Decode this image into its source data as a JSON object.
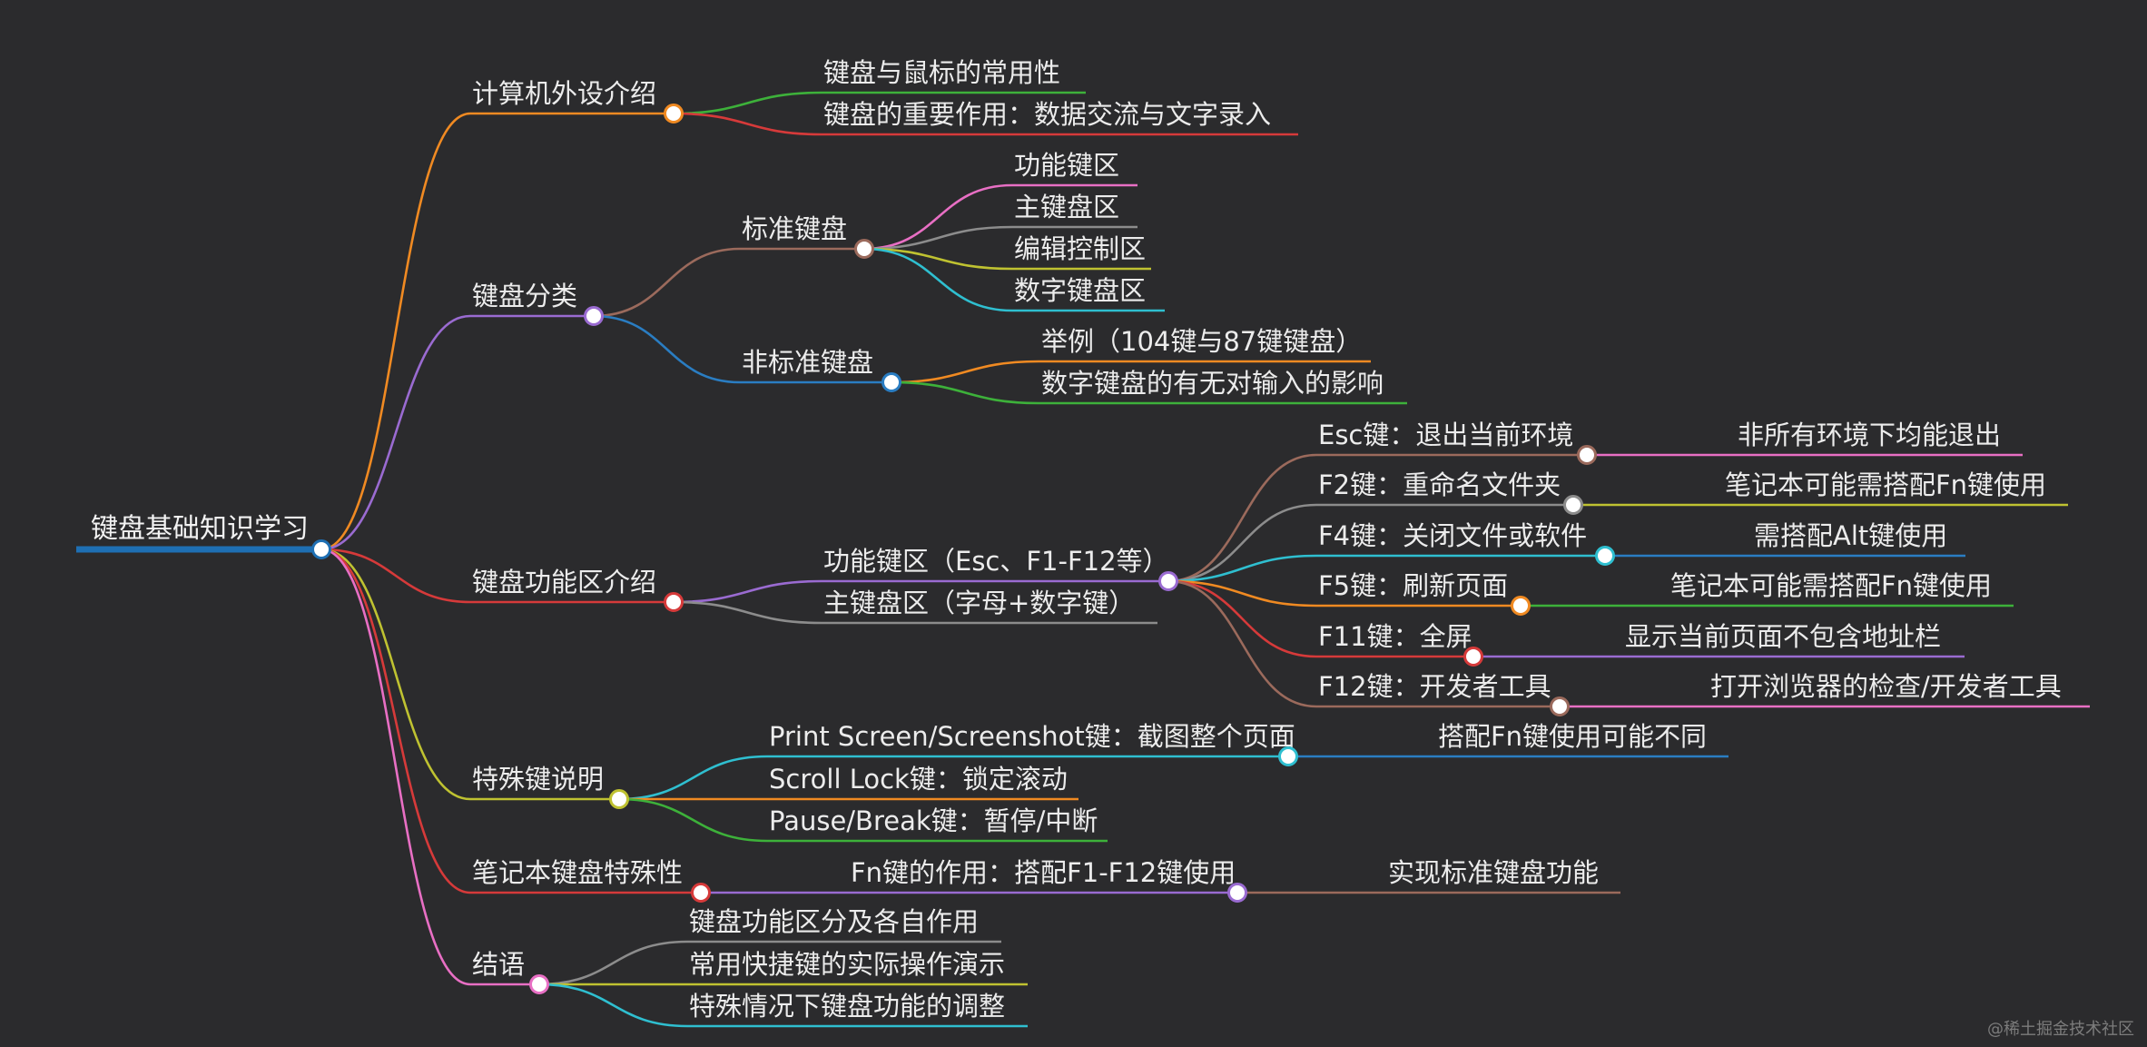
{
  "root": {
    "label": "键盘基础知识学习",
    "color": "#1e6fb3"
  },
  "branches": [
    {
      "label": "计算机外设介绍",
      "color": "#f08a22",
      "children": [
        {
          "label": "键盘与鼠标的常用性",
          "color": "#3db13a"
        },
        {
          "label": "键盘的重要作用：数据交流与文字录入",
          "color": "#d63a3a"
        }
      ]
    },
    {
      "label": "键盘分类",
      "color": "#9a6bd1",
      "children": [
        {
          "label": "标准键盘",
          "color": "#9b6a5c",
          "children": [
            {
              "label": "功能键区",
              "color": "#e86fc4"
            },
            {
              "label": "主键盘区",
              "color": "#8c8c8c"
            },
            {
              "label": "编辑控制区",
              "color": "#bfc231"
            },
            {
              "label": "数字键盘区",
              "color": "#2fbfd0"
            }
          ]
        },
        {
          "label": "非标准键盘",
          "color": "#2a7dc2",
          "children": [
            {
              "label": "举例（104键与87键键盘）",
              "color": "#f08a22"
            },
            {
              "label": "数字键盘的有无对输入的影响",
              "color": "#3db13a"
            }
          ]
        }
      ]
    },
    {
      "label": "键盘功能区介绍",
      "color": "#d63a3a",
      "children": [
        {
          "label": "功能键区（Esc、F1-F12等）",
          "color": "#9a6bd1",
          "children": [
            {
              "label": "Esc键：退出当前环境",
              "color": "#9b6a5c",
              "children": [
                {
                  "label": "非所有环境下均能退出",
                  "color": "#e86fc4"
                }
              ]
            },
            {
              "label": "F2键：重命名文件夹",
              "color": "#8c8c8c",
              "children": [
                {
                  "label": "笔记本可能需搭配Fn键使用",
                  "color": "#bfc231"
                }
              ]
            },
            {
              "label": "F4键：关闭文件或软件",
              "color": "#2fbfd0",
              "children": [
                {
                  "label": "需搭配Alt键使用",
                  "color": "#2a7dc2"
                }
              ]
            },
            {
              "label": "F5键：刷新页面",
              "color": "#f08a22",
              "children": [
                {
                  "label": "笔记本可能需搭配Fn键使用",
                  "color": "#3db13a"
                }
              ]
            },
            {
              "label": "F11键：全屏",
              "color": "#d63a3a",
              "children": [
                {
                  "label": "显示当前页面不包含地址栏",
                  "color": "#9a6bd1"
                }
              ]
            },
            {
              "label": "F12键：开发者工具",
              "color": "#9b6a5c",
              "children": [
                {
                  "label": "打开浏览器的检查/开发者工具",
                  "color": "#e86fc4"
                }
              ]
            }
          ]
        },
        {
          "label": "主键盘区（字母+数字键）",
          "color": "#8c8c8c"
        }
      ]
    },
    {
      "label": "特殊键说明",
      "color": "#bfc231",
      "children": [
        {
          "label": "Print Screen/Screenshot键：截图整个页面",
          "color": "#2fbfd0",
          "children": [
            {
              "label": "搭配Fn键使用可能不同",
              "color": "#2a7dc2"
            }
          ]
        },
        {
          "label": "Scroll Lock键：锁定滚动",
          "color": "#f08a22"
        },
        {
          "label": "Pause/Break键：暂停/中断",
          "color": "#3db13a"
        }
      ]
    },
    {
      "label": "笔记本键盘特殊性",
      "color": "#d63a3a",
      "children": [
        {
          "label": "Fn键的作用：搭配F1-F12键使用",
          "color": "#9a6bd1",
          "children": [
            {
              "label": "实现标准键盘功能",
              "color": "#9b6a5c"
            }
          ]
        }
      ]
    },
    {
      "label": "结语",
      "color": "#e86fc4",
      "children": [
        {
          "label": "键盘功能区分及各自作用",
          "color": "#8c8c8c"
        },
        {
          "label": "常用快捷键的实际操作演示",
          "color": "#bfc231"
        },
        {
          "label": "特殊情况下键盘功能的调整",
          "color": "#2fbfd0"
        }
      ]
    }
  ],
  "watermark": "@稀土掘金技术社区"
}
